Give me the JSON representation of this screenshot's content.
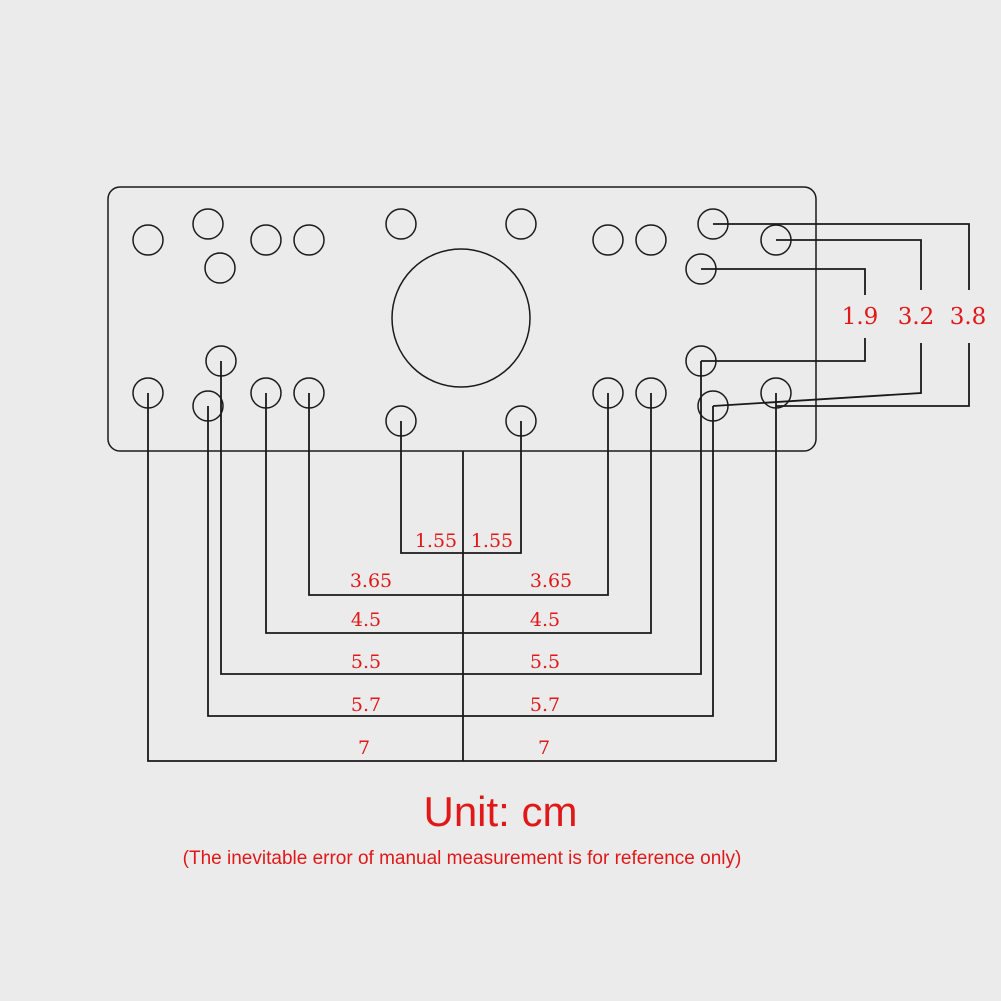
{
  "diagram": {
    "colors": {
      "line": "#1a1a1a",
      "label": "#e01818",
      "background": "#ebebeb"
    },
    "horizontal_dimensions": {
      "left": [
        "1.55",
        "3.65",
        "4.5",
        "5.5",
        "5.7",
        "7"
      ],
      "right": [
        "1.55",
        "3.65",
        "4.5",
        "5.5",
        "5.7",
        "7"
      ]
    },
    "vertical_dimensions": [
      "1.9",
      "3.2",
      "3.8"
    ],
    "unit": "Unit: cm",
    "note": "(The inevitable error of manual measurement is for reference only)"
  }
}
